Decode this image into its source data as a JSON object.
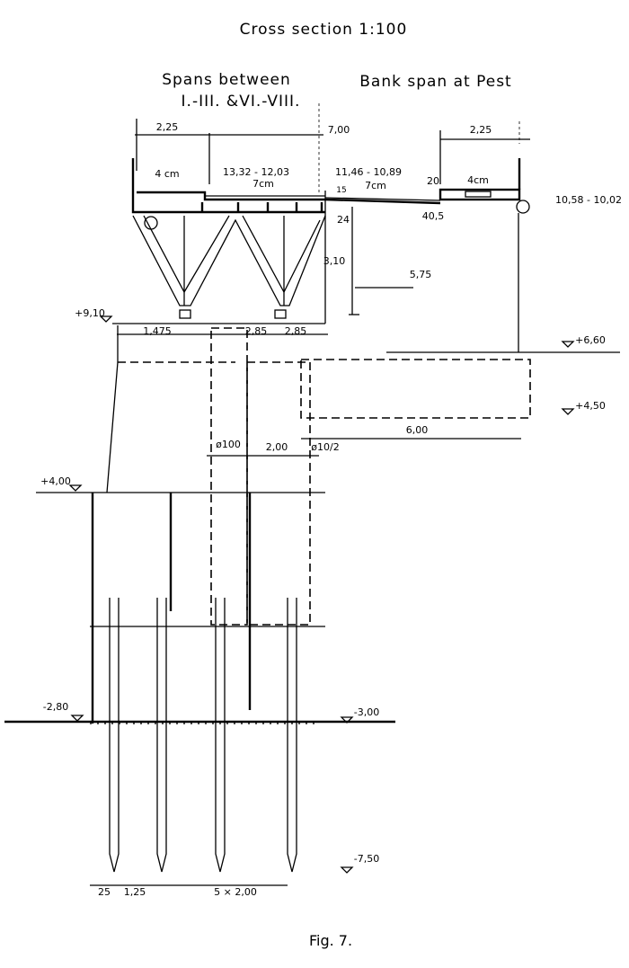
{
  "title": "Cross section 1:100",
  "left_heading": [
    "Spans between",
    "I.-III. &VI.-VIII."
  ],
  "right_heading": "Bank span at Pest",
  "caption": "Fig. 7.",
  "dimensions": {
    "d225_left": "2,25",
    "d700": "7,00",
    "d225_right": "2,25",
    "slope_4cm_left": "4 cm",
    "elev_1332": "13,32 - 12,03",
    "slope_7cm_a": "7cm",
    "elev_1146": "11,46 - 10,89",
    "slope_7cm_b": "7cm",
    "slope_4cm_right": "4cm",
    "d20": "20",
    "d15": "15",
    "d24": "24",
    "d405": "40,5",
    "elev_1058": "10,58 - 10,02",
    "d310": "3,10",
    "d575": "5,75",
    "d1475": "1,475",
    "d285a": "2,85",
    "d285b": "2,85",
    "d600": "6,00",
    "d_phi100": "ø100",
    "d200": "2,00",
    "d_phi10": "ø10/2",
    "d25": "25",
    "d125": "1,25",
    "d5x200": "5 × 2,00"
  },
  "levels": {
    "l910": "+9,10",
    "l660": "+6,60",
    "l450": "+4,50",
    "l400": "+4,00",
    "l280": "-2,80",
    "l300": "-3,00",
    "l750": "-7,50"
  }
}
